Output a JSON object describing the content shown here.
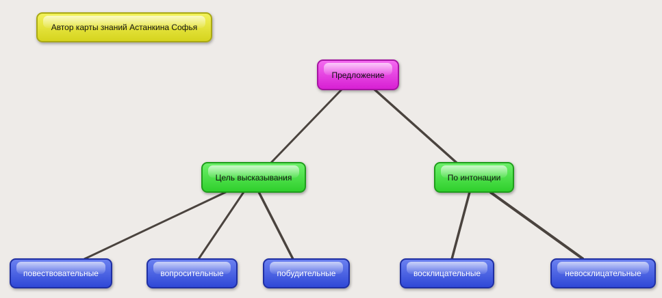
{
  "author": {
    "label": "Автор карты знаний Астанкина Софья"
  },
  "root": {
    "label": "Предложение"
  },
  "categories": [
    {
      "label": "Цель высказывания"
    },
    {
      "label": "По интонации"
    }
  ],
  "leaves": [
    {
      "label": "повествовательные"
    },
    {
      "label": "вопросительные"
    },
    {
      "label": "побудительные"
    },
    {
      "label": "восклицательные"
    },
    {
      "label": "невосклицательные"
    }
  ],
  "colors": {
    "author": "#e4e33a",
    "root": "#e644e2",
    "category": "#44e041",
    "leaf": "#3a55e0",
    "connector": "#4a433e",
    "background": "#eeebe8"
  }
}
